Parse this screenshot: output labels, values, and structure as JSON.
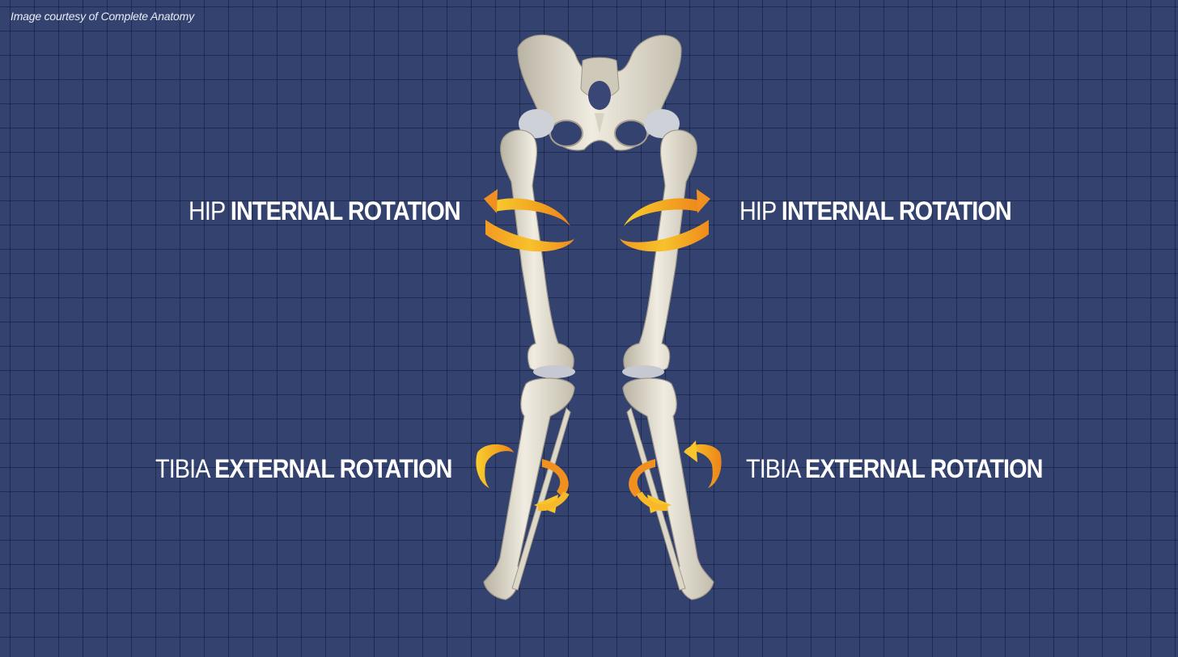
{
  "credit": "Image courtesy of Complete Anatomy",
  "labels": {
    "hip_left": {
      "light": "HIP",
      "bold": "INTERNAL ROTATION"
    },
    "hip_right": {
      "light": "HIP",
      "bold": "INTERNAL ROTATION"
    },
    "tibia_left": {
      "light": "TIBIA",
      "bold": "EXTERNAL ROTATION"
    },
    "tibia_right": {
      "light": "TIBIA",
      "bold": "EXTERNAL ROTATION"
    }
  },
  "colors": {
    "background": "#34426f",
    "bone": "#e6e1d3",
    "cartilage": "#c9ccd3",
    "arrow_orange": "#f08a1e",
    "arrow_yellow": "#f8c62a"
  }
}
